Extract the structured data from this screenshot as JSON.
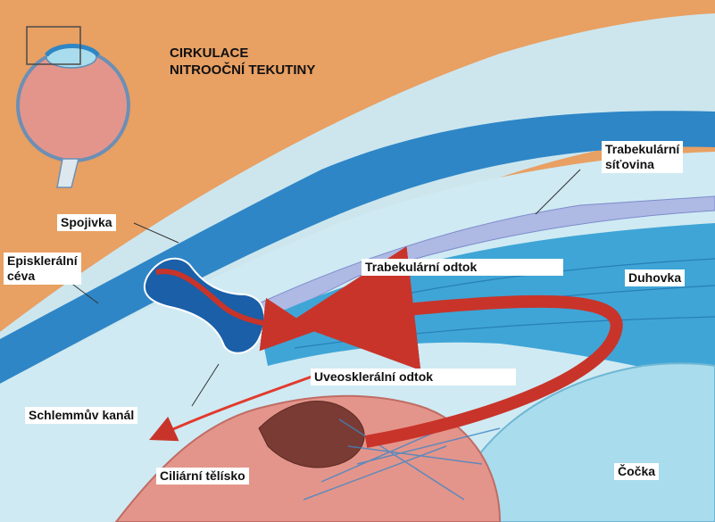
{
  "title": {
    "line1": "CIRKULACE",
    "line2": "NITROOČNÍ TEKUTINY"
  },
  "labels": {
    "trabecular_meshwork_line1": "Trabekulární",
    "trabecular_meshwork_line2": "síťovina",
    "conjunctiva": "Spojivka",
    "episcleral_vessel_line1": "Episklerální",
    "episcleral_vessel_line2": "céva",
    "trabecular_outflow": "Trabekulární odtok",
    "iris": "Duhovka",
    "uveoscleral_outflow": "Uveosklerální odtok",
    "schlemm_canal": "Schlemmův kanál",
    "ciliary_body": "Ciliární tělísko",
    "lens": "Čočka"
  },
  "colors": {
    "sclera": "#E8A063",
    "skin": "#F0B275",
    "deep_blue": "#1A5FA8",
    "mid_blue": "#3FA5D6",
    "light_blue": "#A9DCEC",
    "anterior_chamber": "#CFEAF3",
    "arrow_red": "#C8342A",
    "ciliary_pink": "#E4958B",
    "ciliary_brown": "#7A3B34",
    "label_bg": "#FFFFFF"
  }
}
